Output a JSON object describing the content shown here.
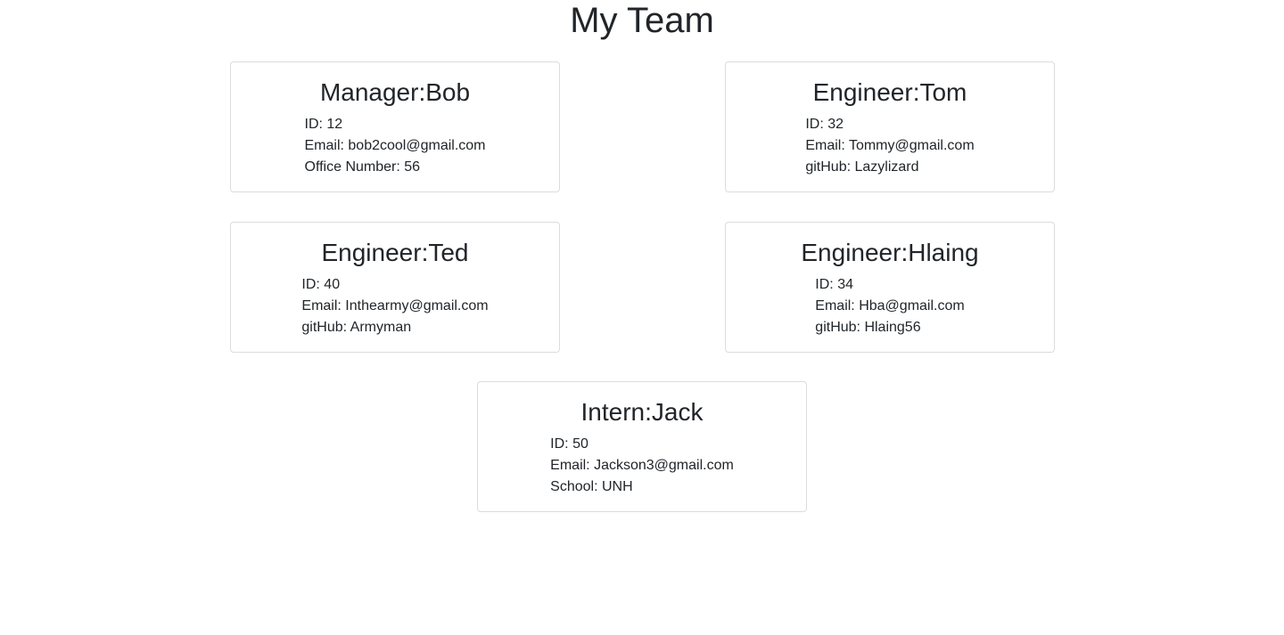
{
  "header": {
    "title": "My Team"
  },
  "team": [
    {
      "title": "Manager:Bob",
      "role": "Manager",
      "name": "Bob",
      "details": [
        "ID: 12",
        "Email: bob2cool@gmail.com",
        "Office Number: 56"
      ]
    },
    {
      "title": "Engineer:Tom",
      "role": "Engineer",
      "name": "Tom",
      "details": [
        "ID: 32",
        "Email: Tommy@gmail.com",
        "gitHub: Lazylizard"
      ]
    },
    {
      "title": "Engineer:Ted",
      "role": "Engineer",
      "name": "Ted",
      "details": [
        "ID: 40",
        "Email: Inthearmy@gmail.com",
        "gitHub: Armyman"
      ]
    },
    {
      "title": "Engineer:Hlaing",
      "role": "Engineer",
      "name": "Hlaing",
      "details": [
        "ID: 34",
        "Email: Hba@gmail.com",
        "gitHub: Hlaing56"
      ]
    },
    {
      "title": "Intern:Jack",
      "role": "Intern",
      "name": "Jack",
      "details": [
        "ID: 50",
        "Email: Jackson3@gmail.com",
        "School: UNH"
      ]
    }
  ],
  "colors": {
    "text": "#212529",
    "card_border": "#dcdcdc",
    "background": "#ffffff"
  }
}
